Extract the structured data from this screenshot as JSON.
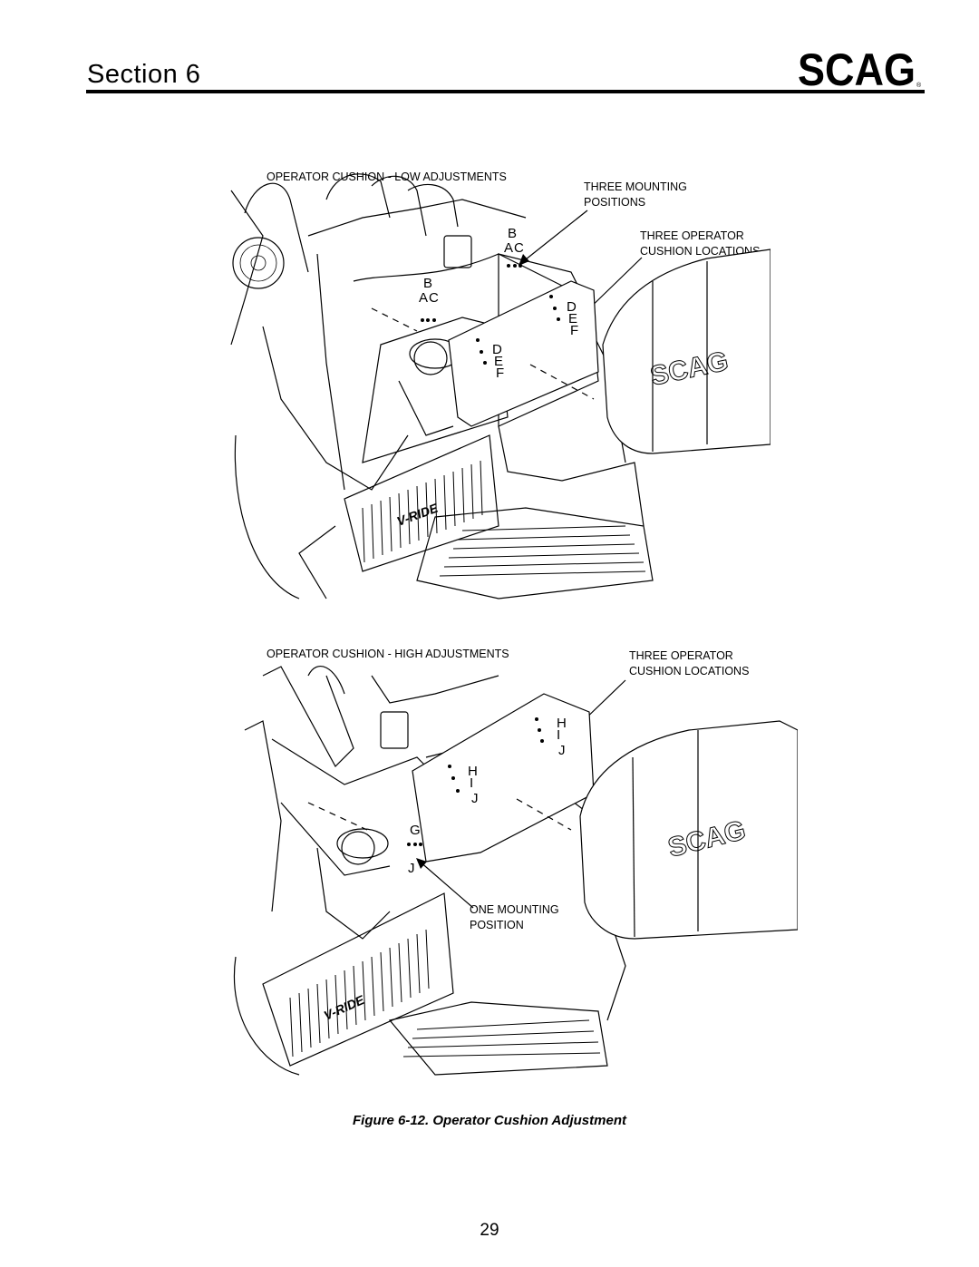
{
  "header": {
    "section_title": "Section 6",
    "logo_text": "SCAG",
    "logo_mark": "®"
  },
  "figure_top": {
    "title": "OPERATOR CUSHION - LOW ADJUSTMENTS",
    "callout_mounting": [
      "THREE MOUNTING",
      "POSITIONS"
    ],
    "callout_cushion": [
      "THREE OPERATOR",
      "CUSHION LOCATIONS"
    ],
    "letters_bracket_right": [
      "B",
      "A",
      "C"
    ],
    "letters_bracket_left": [
      "B",
      "A",
      "C"
    ],
    "letters_plate_right": [
      "D",
      "E",
      "F"
    ],
    "letters_plate_left": [
      "D",
      "E",
      "F"
    ],
    "cushion_logo": "SCAG",
    "grill_badge": "V-RIDE"
  },
  "figure_bottom": {
    "title": "OPERATOR CUSHION - HIGH ADJUSTMENTS",
    "callout_cushion": [
      "THREE OPERATOR",
      "CUSHION LOCATIONS"
    ],
    "callout_mounting": [
      "ONE MOUNTING",
      "POSITION"
    ],
    "letters_plate_right": [
      "H",
      "I",
      "J"
    ],
    "letters_plate_left": [
      "H",
      "I",
      "J"
    ],
    "letters_bracket": [
      "G",
      "J"
    ],
    "cushion_logo": "SCAG",
    "grill_badge": "V-RIDE"
  },
  "caption": "Figure 6-12. Operator Cushion Adjustment",
  "page_number": "29",
  "colors": {
    "ink": "#000000",
    "paper": "#ffffff"
  }
}
